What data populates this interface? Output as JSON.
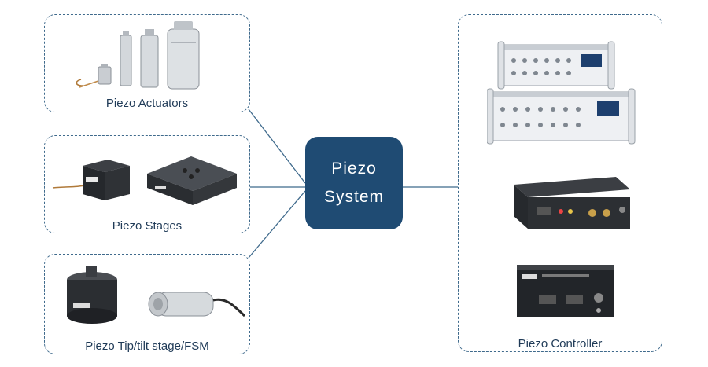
{
  "center": {
    "line1": "Piezo",
    "line2": "System"
  },
  "groups": {
    "actuators": {
      "label": "Piezo Actuators"
    },
    "stages": {
      "label": "Piezo Stages"
    },
    "tiptilt": {
      "label": "Piezo Tip/tilt stage/FSM"
    },
    "controller": {
      "label": "Piezo Controller"
    }
  },
  "colors": {
    "navy": "#1f4b73",
    "line": "#3f6a8c",
    "label": "#1f3a57"
  }
}
